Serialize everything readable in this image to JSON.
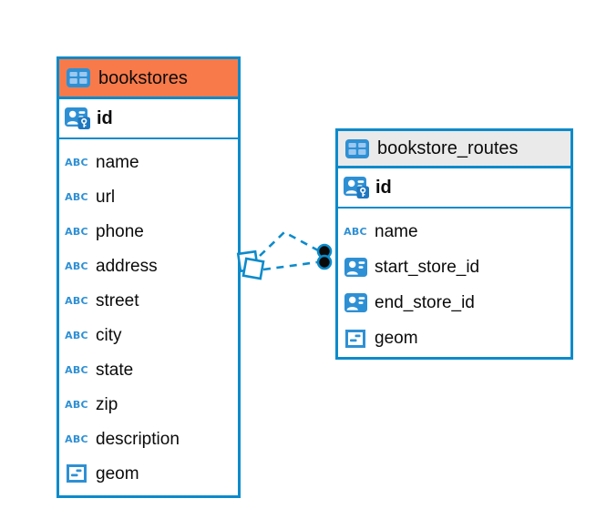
{
  "icons": {
    "text_type_label": "ABC"
  },
  "colors": {
    "accent_blue": "#0C8BCB",
    "icon_blue": "#2E90D4",
    "bookstores_header": "#F87A4A",
    "routes_header": "#EAEAEA",
    "canvas_background": "#FFFFFF",
    "connector_dot": "#0A0A0A"
  },
  "diagram": {
    "tables": [
      {
        "name": "bookstores",
        "icon": "table-icon",
        "header_color": "#F87A4A",
        "primary_key": {
          "name": "id",
          "icon": "primary-key-icon"
        },
        "columns": [
          {
            "name": "name",
            "icon": "text-type-icon"
          },
          {
            "name": "url",
            "icon": "text-type-icon"
          },
          {
            "name": "phone",
            "icon": "text-type-icon"
          },
          {
            "name": "address",
            "icon": "text-type-icon"
          },
          {
            "name": "street",
            "icon": "text-type-icon"
          },
          {
            "name": "city",
            "icon": "text-type-icon"
          },
          {
            "name": "state",
            "icon": "text-type-icon"
          },
          {
            "name": "zip",
            "icon": "text-type-icon"
          },
          {
            "name": "description",
            "icon": "text-type-icon"
          },
          {
            "name": "geom",
            "icon": "geometry-type-icon"
          }
        ]
      },
      {
        "name": "bookstore_routes",
        "icon": "table-icon",
        "header_color": "#EAEAEA",
        "primary_key": {
          "name": "id",
          "icon": "primary-key-icon"
        },
        "columns": [
          {
            "name": "name",
            "icon": "text-type-icon"
          },
          {
            "name": "start_store_id",
            "icon": "reference-icon"
          },
          {
            "name": "end_store_id",
            "icon": "reference-icon"
          },
          {
            "name": "geom",
            "icon": "geometry-type-icon"
          }
        ]
      }
    ],
    "relationships": [
      {
        "from": "bookstores",
        "to": "bookstore_routes",
        "line_style": "dashed",
        "from_marker": "diamond",
        "to_marker": "dot"
      },
      {
        "from": "bookstores",
        "to": "bookstore_routes",
        "line_style": "dashed",
        "from_marker": "diamond",
        "to_marker": "dot"
      }
    ]
  }
}
